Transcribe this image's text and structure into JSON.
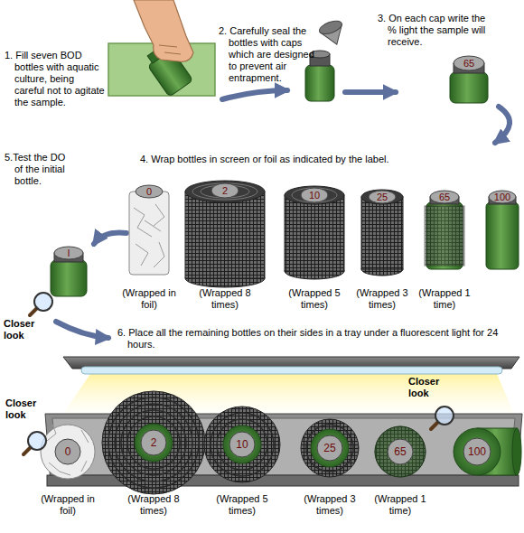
{
  "diagram": {
    "labels": [
      "1. Fill seven BOD bottles with aquatic culture, being careful not to agitate the sample.",
      "2. Carefully seal the bottles with caps which are designed to prevent air entrapment.",
      "3. On each cap write the % light the sample will receive.",
      "65",
      "4. Wrap bottles in screen or foil as indicated by the label.",
      "5.Test the DO of the initial bottle.",
      "0",
      "2",
      "10",
      "25",
      "65",
      "100",
      "I",
      "(Wrapped in foil)",
      "(Wrapped 8 times)",
      "(Wrapped 5 times)",
      "(Wrapped 3 times)",
      "(Wrapped 1 time)",
      "Closer look",
      "6. Place all the remaining bottles on their sides in a tray under a fluorescent light for 24 hours.",
      "Closer look",
      "Closer look",
      "0",
      "2",
      "10",
      "25",
      "65",
      "100",
      "(Wrapped in foil)",
      "(Wrapped 8 times)",
      "(Wrapped 5 times)",
      "(Wrapped 3 times)",
      "(Wrapped 1 time)"
    ]
  }
}
